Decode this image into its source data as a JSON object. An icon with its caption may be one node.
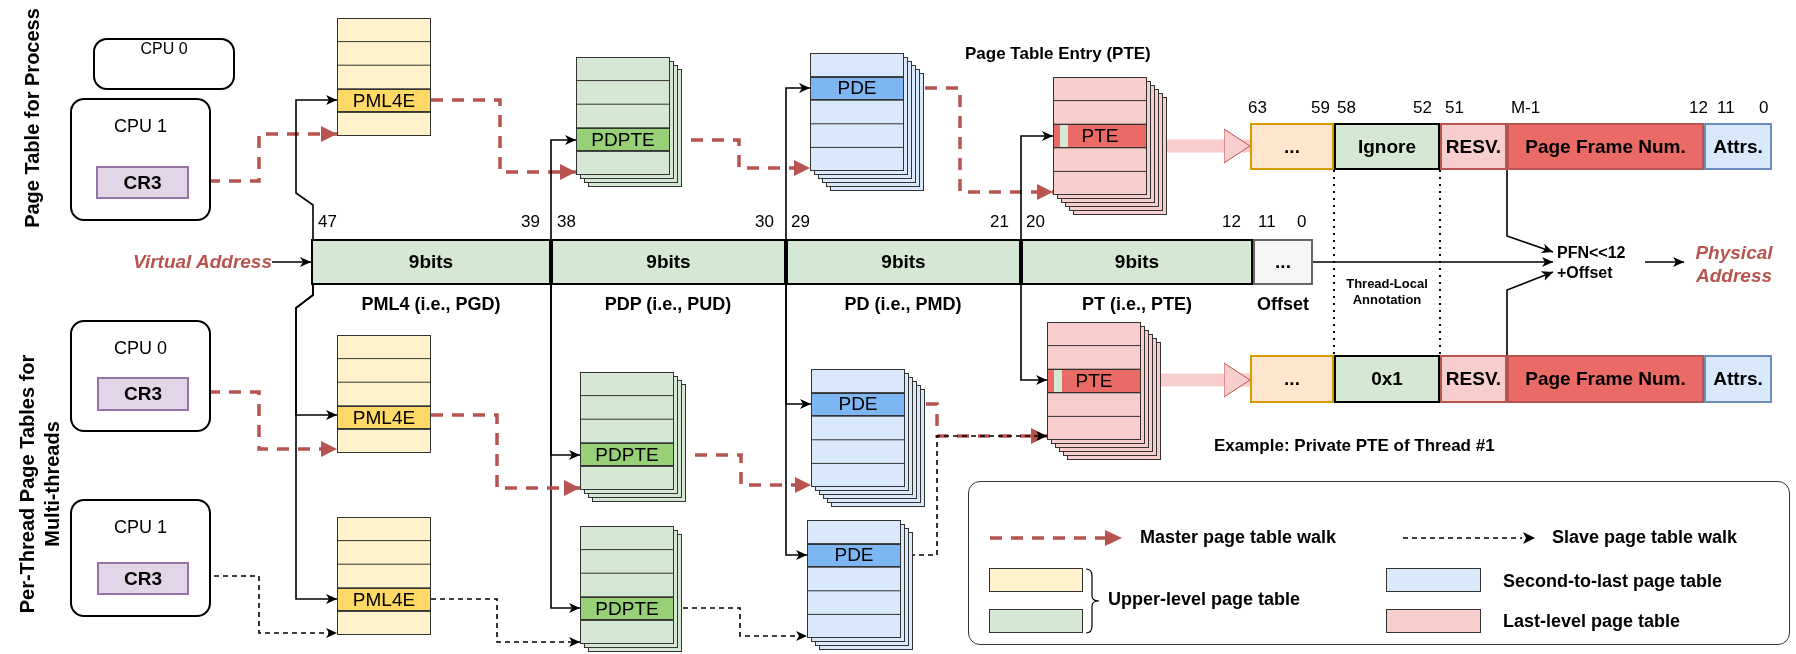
{
  "diagram": {
    "nodes": [
      {
        "text": [
          "CPU 0"
        ]
      },
      {
        "text": [
          "CPU 1"
        ]
      },
      {
        "text": [
          "CR3"
        ],
        "in": 1
      },
      {
        "text": [],
        "shape": "box"
      },
      {
        "text": [
          "PML4E"
        ],
        "in": 3
      },
      {
        "text": [],
        "shape": "box"
      },
      {
        "text": [
          "PDPTE"
        ],
        "in": 5
      },
      {
        "text": [],
        "shape": "box"
      },
      {
        "text": [
          "PDE"
        ],
        "in": 7
      },
      {
        "text": [],
        "shape": "box"
      },
      {
        "text": [
          "PTE"
        ],
        "in": 9
      },
      {
        "text": [
          "..."
        ]
      },
      {
        "text": [
          "Ignore"
        ]
      },
      {
        "text": [
          "RESV."
        ]
      },
      {
        "text": [
          "Page Frame Num."
        ]
      },
      {
        "text": [
          "Attrs."
        ]
      },
      {
        "text": [
          "Virtual Address"
        ]
      },
      {
        "text": [
          "9bits"
        ],
        "beside": [
          "PML4 (i.e., PGD)"
        ]
      },
      {
        "text": [
          "9bits"
        ],
        "beside": [
          "PDP (i.e., PUD)"
        ]
      },
      {
        "text": [
          "9bits"
        ],
        "beside": [
          "PD (i.e., PMD)"
        ]
      },
      {
        "text": [
          "9bits"
        ],
        "beside": [
          "PT (i.e., PTE)"
        ]
      },
      {
        "text": [
          "..."
        ],
        "beside": [
          "Offset"
        ]
      },
      {
        "text": [
          "PFN<<12 +Offset"
        ]
      },
      {
        "text": [
          "Physical Address"
        ]
      },
      {
        "text": [
          "CPU 0"
        ]
      },
      {
        "text": [
          "CR3"
        ],
        "in": 24
      },
      {
        "text": [
          "CPU 1"
        ]
      },
      {
        "text": [
          "CR3"
        ],
        "in": 26
      },
      {
        "text": [],
        "shape": "box"
      },
      {
        "text": [
          "PML4E"
        ],
        "in": 28
      },
      {
        "text": [],
        "shape": "box"
      },
      {
        "text": [
          "PML4E"
        ],
        "in": 30
      },
      {
        "text": [],
        "shape": "box"
      },
      {
        "text": [
          "PDPTE"
        ],
        "in": 32
      },
      {
        "text": [],
        "shape": "box"
      },
      {
        "text": [
          "PDPTE"
        ],
        "in": 34
      },
      {
        "text": [],
        "shape": "box"
      },
      {
        "text": [
          "PDE"
        ],
        "in": 36
      },
      {
        "text": [],
        "shape": "box"
      },
      {
        "text": [
          "PDE"
        ],
        "in": 38
      },
      {
        "text": [],
        "shape": "box"
      },
      {
        "text": [
          "PTE"
        ],
        "in": 40
      },
      {
        "text": [
          "..."
        ]
      },
      {
        "text": [
          "0x1"
        ]
      },
      {
        "text": [
          "RESV."
        ]
      },
      {
        "text": [
          "Page Frame Num."
        ]
      },
      {
        "text": [
          "Attrs."
        ]
      }
    ],
    "edges": [
      {
        "from": 2,
        "to": 3,
        "arrow": "to",
        "style": "dashed",
        "color": "#b85450"
      },
      {
        "from": 4,
        "to": 5,
        "arrow": "to",
        "style": "dashed",
        "color": "#b85450"
      },
      {
        "from": 6,
        "to": 7,
        "arrow": "to",
        "style": "dashed",
        "color": "#b85450"
      },
      {
        "from": 8,
        "to": 9,
        "arrow": "to",
        "style": "dashed",
        "color": "#b85450"
      },
      {
        "from": 9,
        "to": 11,
        "arrow": "to",
        "style": "thick",
        "color": "#f8cecc"
      },
      {
        "from": 16,
        "to": 17,
        "arrow": "to"
      },
      {
        "from": 17,
        "to": 4,
        "arrow": "to"
      },
      {
        "from": 18,
        "to": 6,
        "arrow": "to"
      },
      {
        "from": 19,
        "to": 8,
        "arrow": "to"
      },
      {
        "from": 20,
        "to": 10,
        "arrow": "to"
      },
      {
        "from": 21,
        "to": 22,
        "arrow": "to"
      },
      {
        "from": 14,
        "to": 22,
        "arrow": "to"
      },
      {
        "from": 22,
        "to": 23,
        "arrow": "to"
      },
      {
        "from": 17,
        "to": 29,
        "arrow": "to"
      },
      {
        "from": 17,
        "to": 31,
        "arrow": "to"
      },
      {
        "from": 18,
        "to": 33,
        "arrow": "to"
      },
      {
        "from": 18,
        "to": 35,
        "arrow": "to"
      },
      {
        "from": 19,
        "to": 37,
        "arrow": "to"
      },
      {
        "from": 19,
        "to": 39,
        "arrow": "to"
      },
      {
        "from": 20,
        "to": 41,
        "arrow": "to"
      },
      {
        "from": 25,
        "to": 28,
        "arrow": "to",
        "style": "dashed",
        "color": "#b85450"
      },
      {
        "from": 29,
        "to": 32,
        "arrow": "to",
        "style": "dashed",
        "color": "#b85450"
      },
      {
        "from": 33,
        "to": 36,
        "arrow": "to",
        "style": "dashed",
        "color": "#b85450"
      },
      {
        "from": 37,
        "to": 40,
        "arrow": "to",
        "style": "dashed",
        "color": "#b85450"
      },
      {
        "from": 27,
        "to": 30,
        "arrow": "to",
        "style": "dashed"
      },
      {
        "from": 31,
        "to": 34,
        "arrow": "to",
        "style": "dashed"
      },
      {
        "from": 35,
        "to": 38,
        "arrow": "to",
        "style": "dashed"
      },
      {
        "from": 39,
        "to": 40,
        "arrow": "to",
        "style": "dashed"
      },
      {
        "from": 40,
        "to": 42,
        "arrow": "to",
        "style": "thick",
        "color": "#f8cecc"
      },
      {
        "from": 45,
        "to": 22,
        "arrow": "to"
      },
      {
        "from": 12,
        "to": 43,
        "arrow": "none",
        "style": "dashed"
      },
      {
        "from": 12,
        "to": 43,
        "arrow": "none",
        "style": "dashed"
      }
    ],
    "labels": [
      "Page Table for Process",
      "Page Table Entry (PTE)",
      "63",
      "59",
      "58",
      "52",
      "51",
      "M-1",
      "12",
      "11",
      "0",
      "47",
      "39",
      "38",
      "30",
      "29",
      "21",
      "20",
      "12",
      "11",
      "0",
      "Thread-Local Annotation",
      "Per-Thread Page Tables for Multi-threads",
      "Example: Private PTE of Thread #1"
    ],
    "legend": [
      {
        "text": "Master page table walk"
      },
      {
        "text": "Slave page table walk"
      },
      {
        "text": "Upper-level page table"
      },
      {
        "text": "Second-to-last page table",
        "color": "#dae8fc"
      },
      {
        "text": "Last-level page table",
        "color": "#f8cecc"
      }
    ]
  }
}
